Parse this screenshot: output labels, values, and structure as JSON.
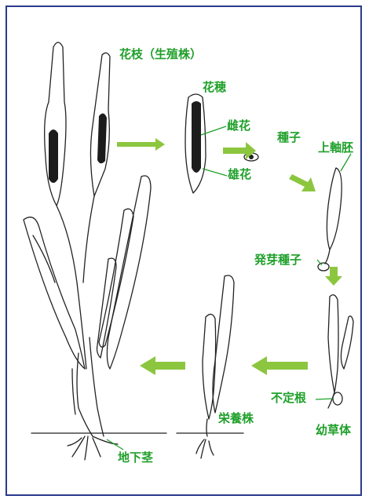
{
  "colors": {
    "label": "#1fa02a",
    "arrow": "#8cc63f",
    "frame": "#2a3a8c",
    "ink": "#222222"
  },
  "labels": {
    "flowering_shoot": "花枝（生殖株）",
    "spike": "花穂",
    "female_flower": "雌花",
    "seed": "種子",
    "male_flower": "雄花",
    "epicotyl": "上軸胚",
    "germinating_seed": "発芽種子",
    "adventitious_root": "不定根",
    "vegetative_shoot": "栄養株",
    "seedling": "幼草体",
    "rhizome": "地下茎"
  },
  "icons": [
    "arrow-right-icon",
    "arrow-down-right-icon",
    "arrow-down-icon",
    "arrow-left-icon"
  ]
}
